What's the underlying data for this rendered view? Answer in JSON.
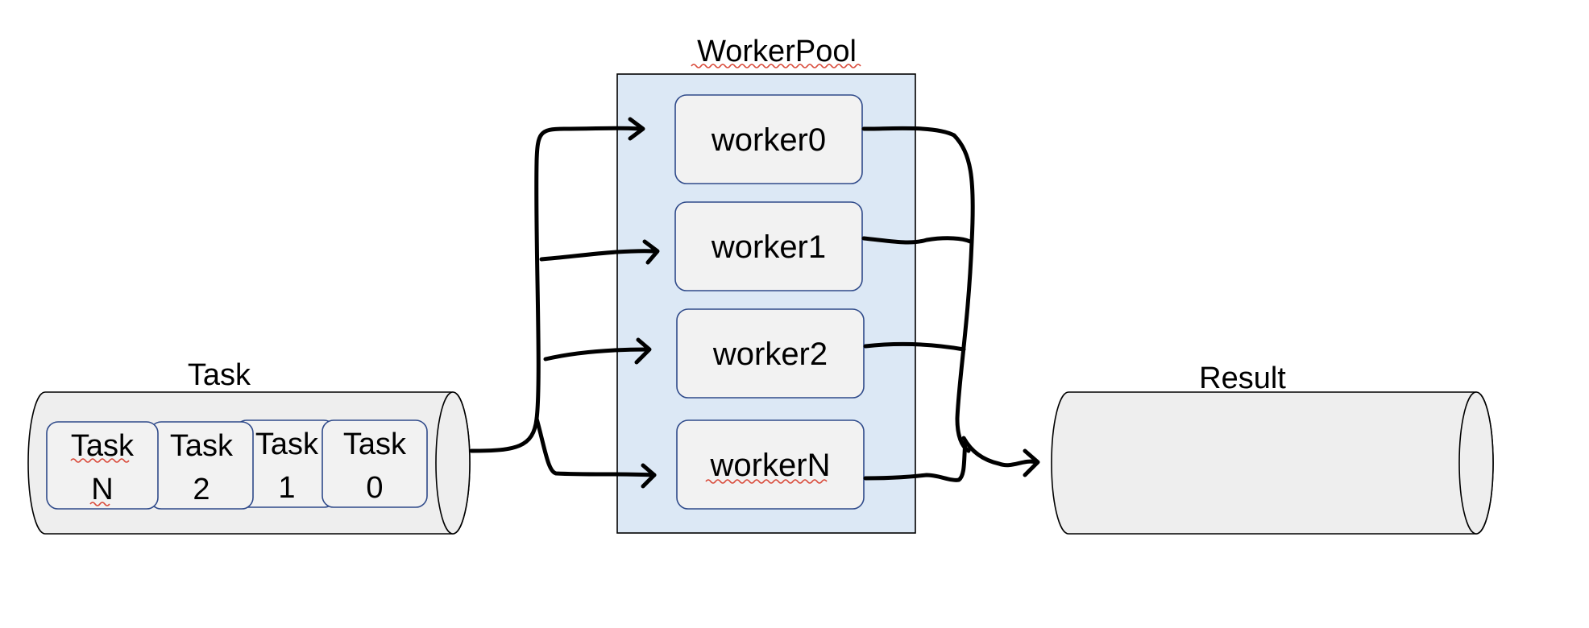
{
  "task_queue": {
    "title": "Task",
    "items": [
      {
        "line1": "Task",
        "line2": "N"
      },
      {
        "line1": "Task",
        "line2": "2"
      },
      {
        "line1": "Task",
        "line2": "1"
      },
      {
        "line1": "Task",
        "line2": "0"
      }
    ]
  },
  "worker_pool": {
    "title": "WorkerPool",
    "workers": [
      "worker0",
      "worker1",
      "worker2",
      "workerN"
    ]
  },
  "result_queue": {
    "title": "Result"
  },
  "colors": {
    "pool_fill": "#dce8f5",
    "worker_fill": "#f2f2f2",
    "worker_border": "#2f4a8a",
    "cylinder_fill": "#eeeeee",
    "spellcheck_underline": "#d94a3a"
  }
}
